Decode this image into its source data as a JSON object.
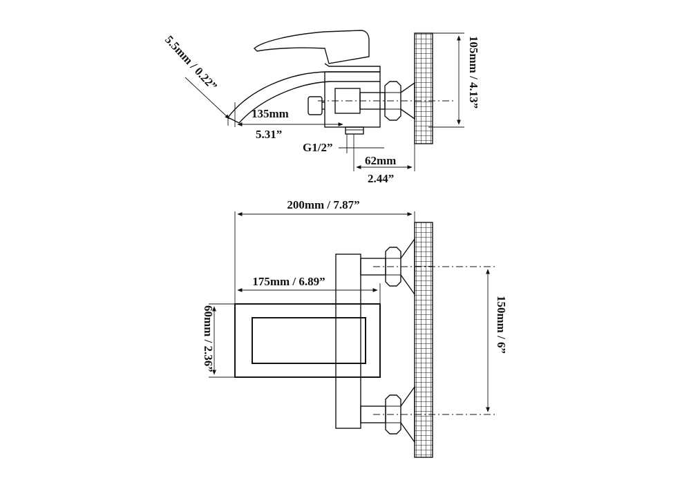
{
  "diagram": {
    "side_view": {
      "spout_opening": "5.5mm / 0.22”",
      "height": "105mm / 4.13”",
      "spout_reach_mm": "135mm",
      "spout_reach_in": "5.31”",
      "thread": "G1/2”",
      "outlet_offset_mm": "62mm",
      "outlet_offset_in": "2.44”"
    },
    "top_view": {
      "total_width": "200mm / 7.87”",
      "spout_width": "175mm / 6.89”",
      "spout_depth": "60mm / 2.36”",
      "inlet_spacing": "150mm / 6”"
    }
  },
  "colors": {
    "line": "#111111",
    "background": "#ffffff"
  }
}
